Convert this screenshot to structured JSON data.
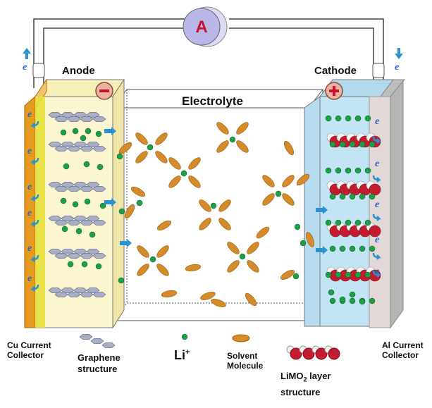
{
  "ammeter": {
    "symbol": "A"
  },
  "electron": {
    "symbol": "e"
  },
  "anode": {
    "label": "Anode",
    "sign": "−"
  },
  "cathode": {
    "label": "Cathode",
    "sign": "+"
  },
  "electrolyte": {
    "label": "Electrolyte"
  },
  "legend": {
    "cu_collector": [
      "Cu Current",
      "Collector"
    ],
    "graphene": [
      "Graphene",
      "structure"
    ],
    "li_ion": "Li",
    "li_charge": "+",
    "solvent": [
      "Solvent",
      "Molecule"
    ],
    "limo2": {
      "prefix": "LiMO",
      "subscript": "2",
      "suffix": " layer",
      "line2": "structure"
    },
    "al_collector": [
      "Al Current",
      "Collector"
    ]
  },
  "colors": {
    "copper": "#e69a1f",
    "copper_dark": "#c87a10",
    "anode_fill": "#fbf6cf",
    "cathode_fill": "#c3e4f4",
    "al_collector": "#e2d8d8",
    "li_ion": "#1e9e47",
    "solvent": "#d48b2a",
    "limo2_red": "#c41c2e",
    "limo2_white": "#f4f4f4",
    "graphene": "#a9aec6",
    "arrow": "#2a93cf",
    "ammeter_fill": "#b9b6e8",
    "ammeter_text": "#c8102e",
    "sign_fill": "#e9b39f",
    "sign_text": "#c8102e"
  },
  "icons": [
    "up-arrow-icon",
    "down-arrow-icon",
    "electron-arrow-icon",
    "li-ion-flow-arrow-icon"
  ]
}
